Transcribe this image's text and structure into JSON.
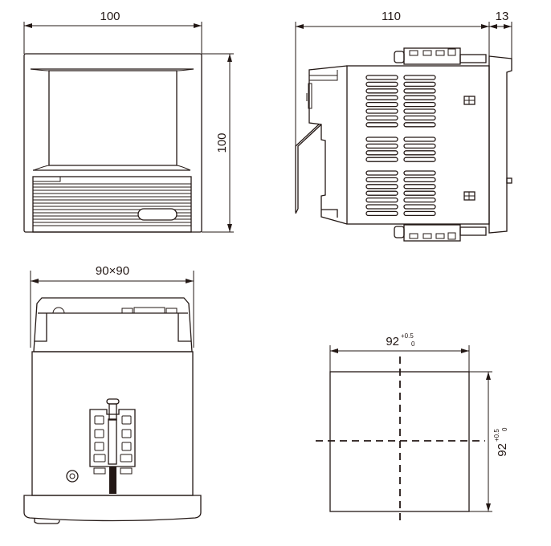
{
  "title": "Dimensional drawing (mm)",
  "front_view": {
    "width_label": "100",
    "height_label": "100"
  },
  "side_view": {
    "depth_label": "110",
    "bezel_label": "13"
  },
  "rear_view": {
    "size_label": "90×90"
  },
  "panel_cutout": {
    "width_label": "92",
    "width_tol_upper": "+0.5",
    "width_tol_lower": "0",
    "height_label": "92",
    "height_tol_upper": "+0.5",
    "height_tol_lower": "0"
  },
  "colors": {
    "line": "#231815",
    "background": "#ffffff"
  }
}
